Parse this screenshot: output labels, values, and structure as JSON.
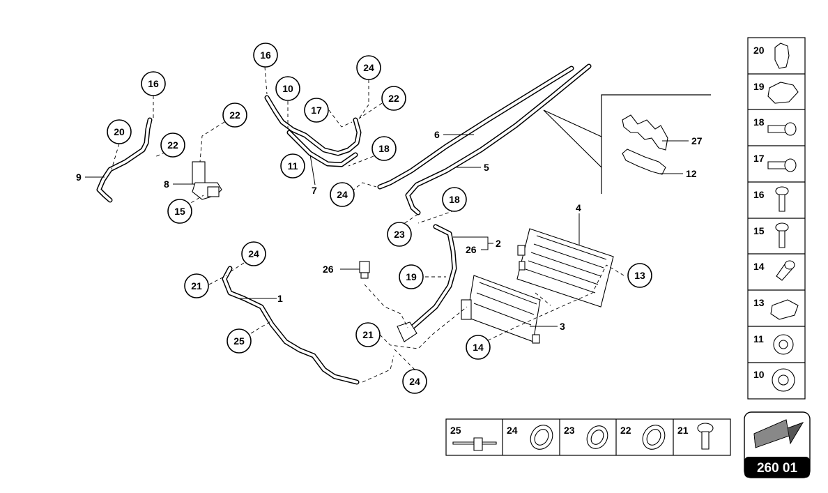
{
  "callouts": {
    "c16a": "16",
    "c20": "20",
    "c22a": "22",
    "c22b": "22",
    "c16b": "16",
    "c10": "10",
    "c24a": "24",
    "c17": "17",
    "c22c": "22",
    "c18a": "18",
    "c11": "11",
    "c24b": "24",
    "c15": "15",
    "c18b": "18",
    "c23": "23",
    "c24c": "24",
    "c21a": "21",
    "c19": "19",
    "c13": "13",
    "c25": "25",
    "c21b": "21",
    "c14": "14",
    "c24d": "24"
  },
  "labels": {
    "l9": "9",
    "l8": "8",
    "l7": "7",
    "l6": "6",
    "l5": "5",
    "l27": "27",
    "l12": "12",
    "l4": "4",
    "l2": "2",
    "l26a": "26",
    "l26b": "26",
    "l1": "1",
    "l3": "3"
  },
  "side_legend": [
    "20",
    "19",
    "18",
    "17",
    "16",
    "15",
    "14",
    "13",
    "11",
    "10"
  ],
  "bottom_legend": [
    "25",
    "24",
    "23",
    "22",
    "21"
  ],
  "page_code": "260 01"
}
